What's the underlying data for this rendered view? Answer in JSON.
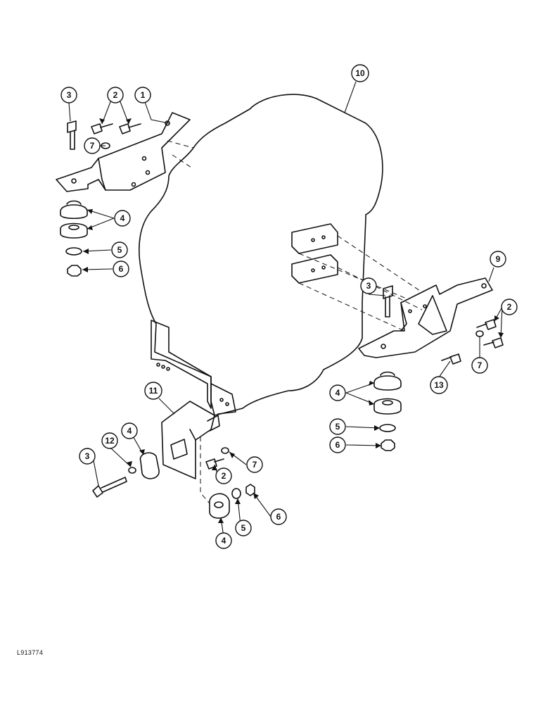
{
  "drawing_code": "L913774",
  "callouts": {
    "c1": "1",
    "c2a": "2",
    "c2b": "2",
    "c2c": "2",
    "c3a": "3",
    "c3b": "3",
    "c3c": "3",
    "c4a": "4",
    "c4b": "4",
    "c4c": "4",
    "c4d": "4",
    "c5a": "5",
    "c5b": "5",
    "c5c": "5",
    "c6a": "6",
    "c6b": "6",
    "c6c": "6",
    "c7a": "7",
    "c7b": "7",
    "c7c": "7",
    "c9": "9",
    "c10": "10",
    "c11": "11",
    "c12": "12",
    "c13": "13"
  }
}
